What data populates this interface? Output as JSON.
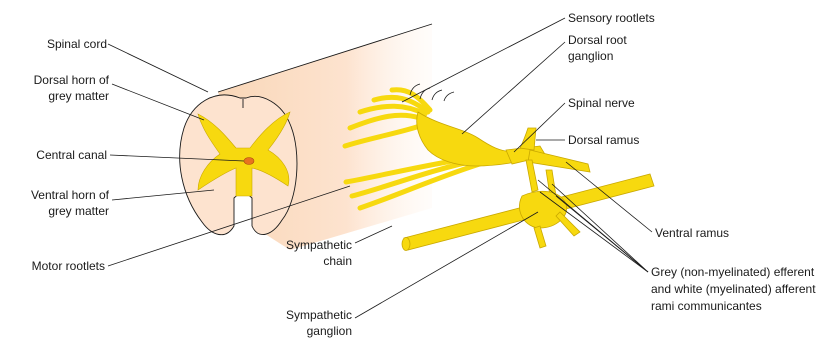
{
  "labels": {
    "spinal_cord": "Spinal cord",
    "dorsal_horn_1": "Dorsal horn of",
    "dorsal_horn_2": "grey matter",
    "central_canal": "Central canal",
    "ventral_horn_1": "Ventral horn of",
    "ventral_horn_2": "grey matter",
    "motor_rootlets": "Motor rootlets",
    "sensory_rootlets": "Sensory rootlets",
    "drg_1": "Dorsal root",
    "drg_2": "ganglion",
    "spinal_nerve": "Spinal nerve",
    "dorsal_ramus": "Dorsal ramus",
    "ventral_ramus": "Ventral ramus",
    "symp_chain_1": "Sympathetic",
    "symp_chain_2": "chain",
    "symp_ganglion_1": "Sympathetic",
    "symp_ganglion_2": "ganglion",
    "rami_1": "Grey (non-myelinated) efferent",
    "rami_2": "and white (myelinated) afferent",
    "rami_3": "rami communicantes"
  },
  "colors": {
    "white_matter": "#fde3cf",
    "grey_matter": "#f7d90f",
    "nerve": "#f7d90f",
    "canal": "#e8731f",
    "outline": "#1a1a1a"
  }
}
